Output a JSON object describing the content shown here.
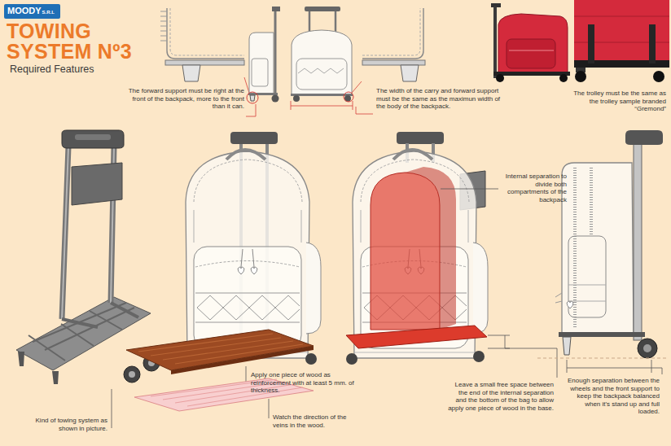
{
  "diagram": {
    "title": "TOWING SYSTEM Nº3",
    "nodes": [
      {
        "text": [
          "MOODY",
          "S.R.L"
        ]
      }
    ],
    "labels": [
      "Required Features",
      "The forward support must be right at the front of the backpack, more to the front than it can.",
      "The width of the carry and forward support must be the same as the maximun width of the body of the backpack.",
      "The trolley must be the same as the trolley sample branded “Gremond”",
      "Internal separation to divide both compartments of the backpack",
      "Apply one piece of wood as reinforcement with at least 5 mm. of thickness.",
      "Watch the direction of the veins in the wood.",
      "Kind of towing system as shown in picture.",
      "Leave a small free space between the end of the internal separation and the bottom of the bag to allow apply one piece of wood in the base.",
      "Enough separation between the wheels and the front support to keep the backpack balanced when it's stand up and full loaded."
    ]
  }
}
